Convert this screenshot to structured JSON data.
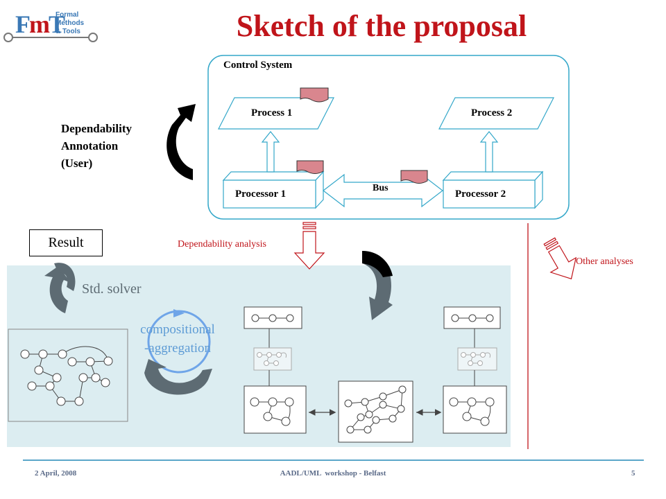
{
  "slide": {
    "title": "Sketch of the proposal",
    "logo": {
      "mark": "FmT",
      "line1": "Formal",
      "line2": "Methods",
      "line3": "& Tools"
    }
  },
  "control_system": {
    "label": "Control System",
    "process1": "Process 1",
    "process2": "Process 2",
    "processor1": "Processor 1",
    "processor2": "Processor 2",
    "bus": "Bus"
  },
  "dependability_annotation": {
    "line1": "Dependability",
    "line2": "Annotation",
    "line3": "(User)"
  },
  "dependability_analysis": "Dependability analysis",
  "other_analyses": "Other analyses",
  "result": "Result",
  "std_solver": "Std. solver",
  "compositional_aggregation": {
    "line1": "compositional",
    "line2": "-aggregation"
  },
  "footer": {
    "date": "2 April, 2008",
    "event": "AADL/UML  workshop - Belfast",
    "page": "5"
  },
  "colors": {
    "title_red": "#c0141a",
    "cyan_outline": "#33a7c9",
    "panel_bg": "#dcedf1",
    "note_pink": "#d9868e",
    "gray_arrow": "#5d6b73",
    "blue_circle": "#6fa5e8"
  }
}
